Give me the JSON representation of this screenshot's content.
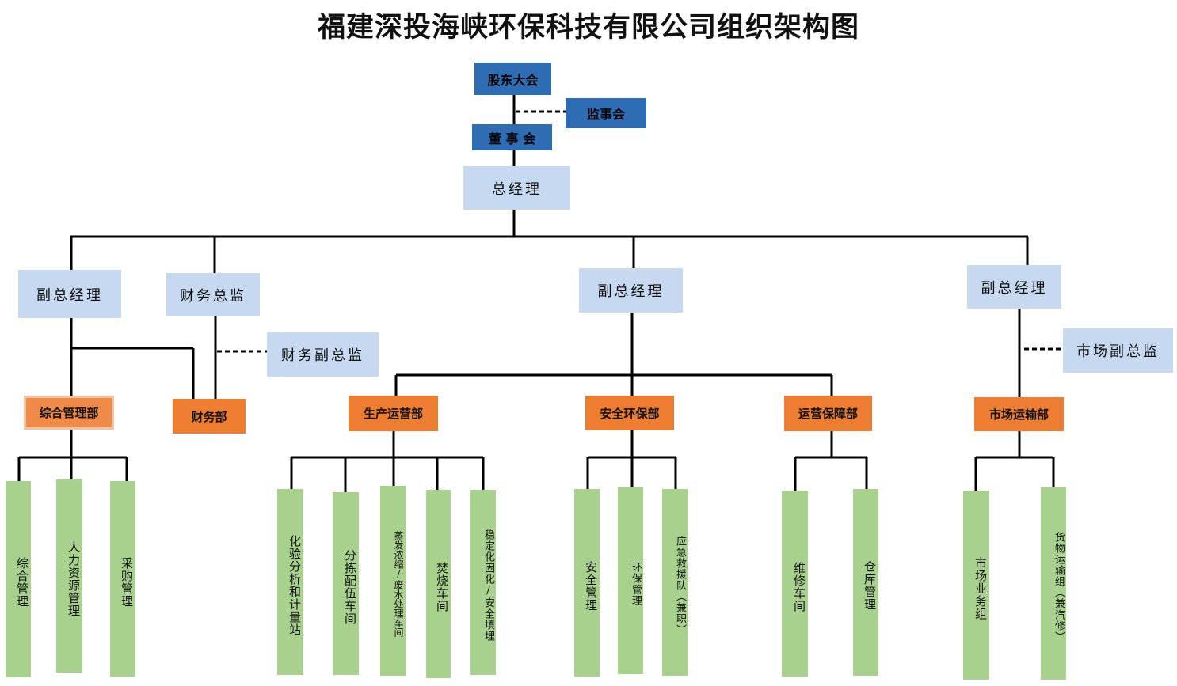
{
  "title": "福建深投海峡环保科技有限公司组织架构图",
  "top": {
    "shareholders": "股东大会",
    "supervisors": "监事会",
    "board": "董 事 会",
    "general_manager": "总经理"
  },
  "level2": {
    "vgm_left": "副总经理",
    "cfo": "财务总监",
    "deputy_cfo": "财务副总监",
    "vgm_mid": "副总经理",
    "vgm_right": "副总经理",
    "market_deputy": "市场副总监"
  },
  "departments": {
    "admin": "综合管理部",
    "finance": "财务部",
    "production": "生产运营部",
    "safety": "安全环保部",
    "ops_support": "运营保障部",
    "market": "市场运输部"
  },
  "units": {
    "admin_1": "综合管理",
    "admin_2": "人力资源管理",
    "admin_3": "采购管理",
    "prod_1": "化验分析和计量站",
    "prod_2": "分拣配伍车间",
    "prod_3": "蒸发浓缩/废水处理车间",
    "prod_4": "焚烧车间",
    "prod_5": "稳定化固化/安全填埋",
    "safety_1": "安全管理",
    "safety_2": "环保管理",
    "safety_3": "应急救援队（兼职）",
    "ops_1": "维修车间",
    "ops_2": "仓库管理",
    "market_1": "市场业务组",
    "market_2": "货物运输组（兼汽修）"
  },
  "colors": {
    "top_box": "#2e6db4",
    "manager_box": "#c6d9f0",
    "department_box": "#ed7d31",
    "unit_box": "#a9d18e",
    "connector": "#000000"
  }
}
